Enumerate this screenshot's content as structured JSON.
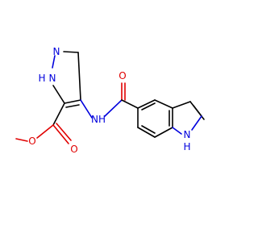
{
  "molecule": {
    "atom_labels": {
      "n_pyrazole_top": "N",
      "nh_pyrazole": "N",
      "h_pyrazole": "H",
      "nh_amide": "NH",
      "o_amide": "O",
      "o_ester_carbonyl": "O",
      "o_ester_ether": "O",
      "nh_indole": "N",
      "h_indole": "H"
    },
    "colors": {
      "bond": "#000000",
      "oxygen": "#e00000",
      "nitrogen": "#0000dd"
    }
  }
}
